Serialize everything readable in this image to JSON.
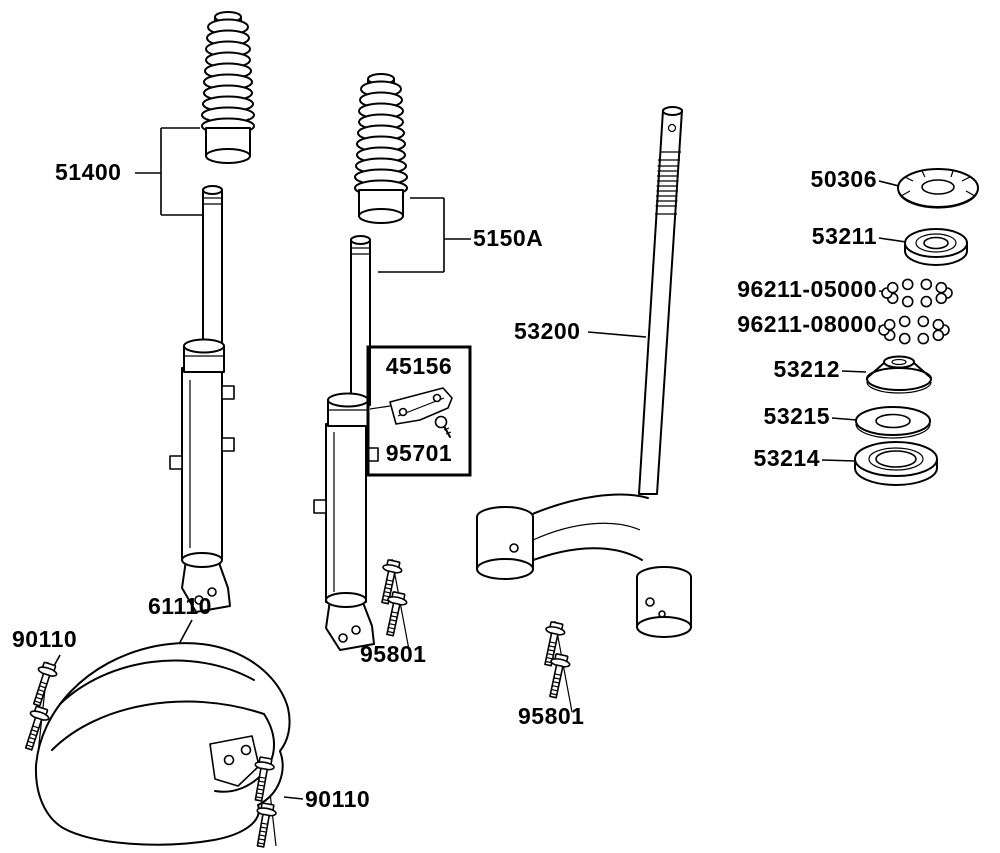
{
  "diagram": {
    "kind": "exploded-parts-diagram",
    "subject": "front-fork-steering-stem-front-fender",
    "ink": "#000000",
    "bg": "#ffffff"
  },
  "labels": {
    "l51400": "51400",
    "l5150A": "5150A",
    "l53200": "53200",
    "l50306": "50306",
    "l53211": "53211",
    "l96211_05000": "96211-05000",
    "l96211_08000": "96211-08000",
    "l53212": "53212",
    "l53215": "53215",
    "l53214": "53214",
    "l45156": "45156",
    "l95701": "95701",
    "l61110": "61110",
    "l90110_upper": "90110",
    "l90110_lower": "90110",
    "l95801_left": "95801",
    "l95801_right": "95801"
  }
}
